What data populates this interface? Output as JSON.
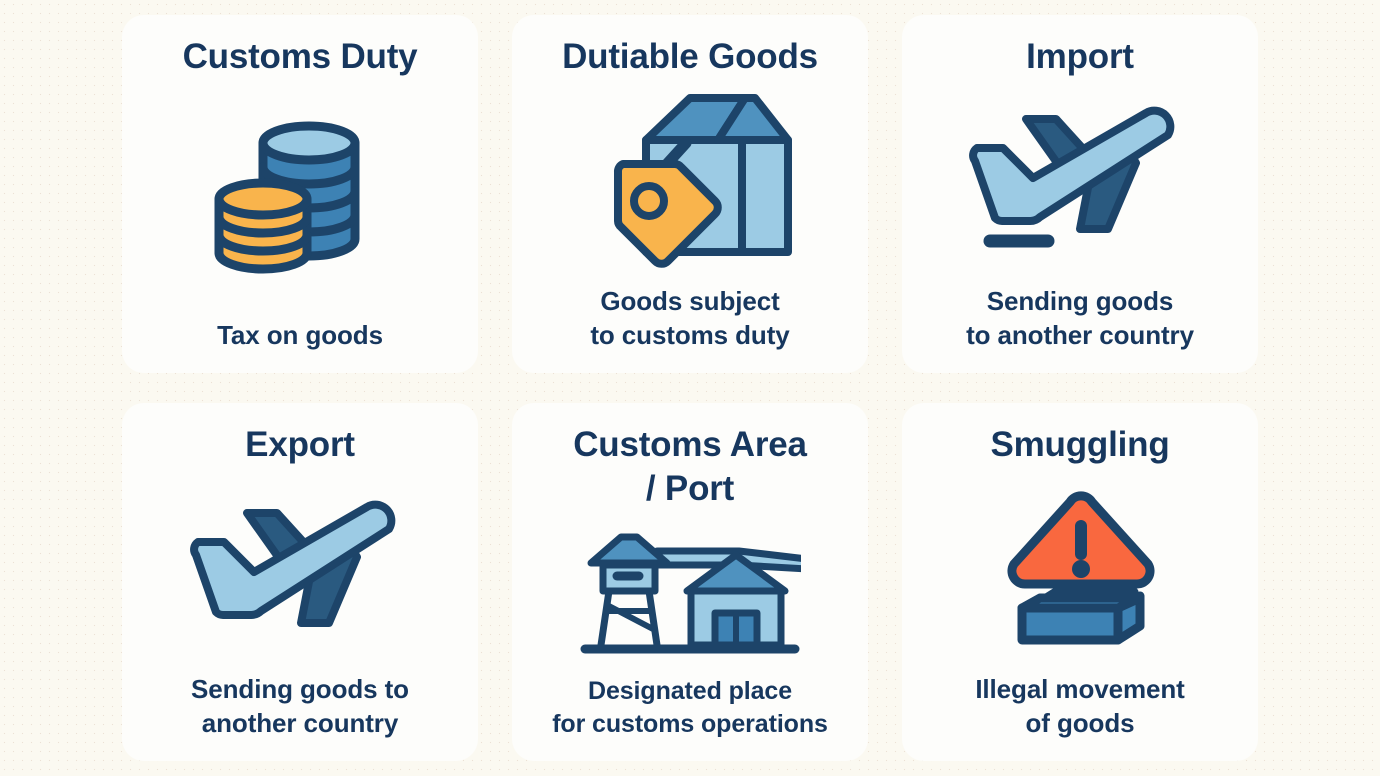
{
  "theme": {
    "page_background": "#fbf9f1",
    "card_background": "#fdfdfb",
    "text_navy": "#17375e",
    "stroke_navy": "#1d4469",
    "blue_medium": "#3d82b4",
    "blue_light": "#9ccbe4",
    "amber": "#f9b44c",
    "coral": "#f9683f"
  },
  "cards": [
    {
      "title": "Customs Duty",
      "description": "Tax on goods",
      "icon": "coin-stacks-icon"
    },
    {
      "title": "Dutiable Goods",
      "description": "Goods subject\nto customs duty",
      "icon": "box-with-price-tag-icon"
    },
    {
      "title": "Import",
      "description": "Sending goods\nto another country",
      "icon": "airplane-takeoff-icon"
    },
    {
      "title": "Export",
      "description": "Sending goods to\nanother country",
      "icon": "airplane-icon"
    },
    {
      "title": "Customs Area\n/ Port",
      "description": "Designated place\nfor customs operations",
      "icon": "port-watchtower-warehouse-icon"
    },
    {
      "title": "Smuggling",
      "description": "Illegal movement\nof goods",
      "icon": "warning-triangle-crate-icon"
    }
  ]
}
